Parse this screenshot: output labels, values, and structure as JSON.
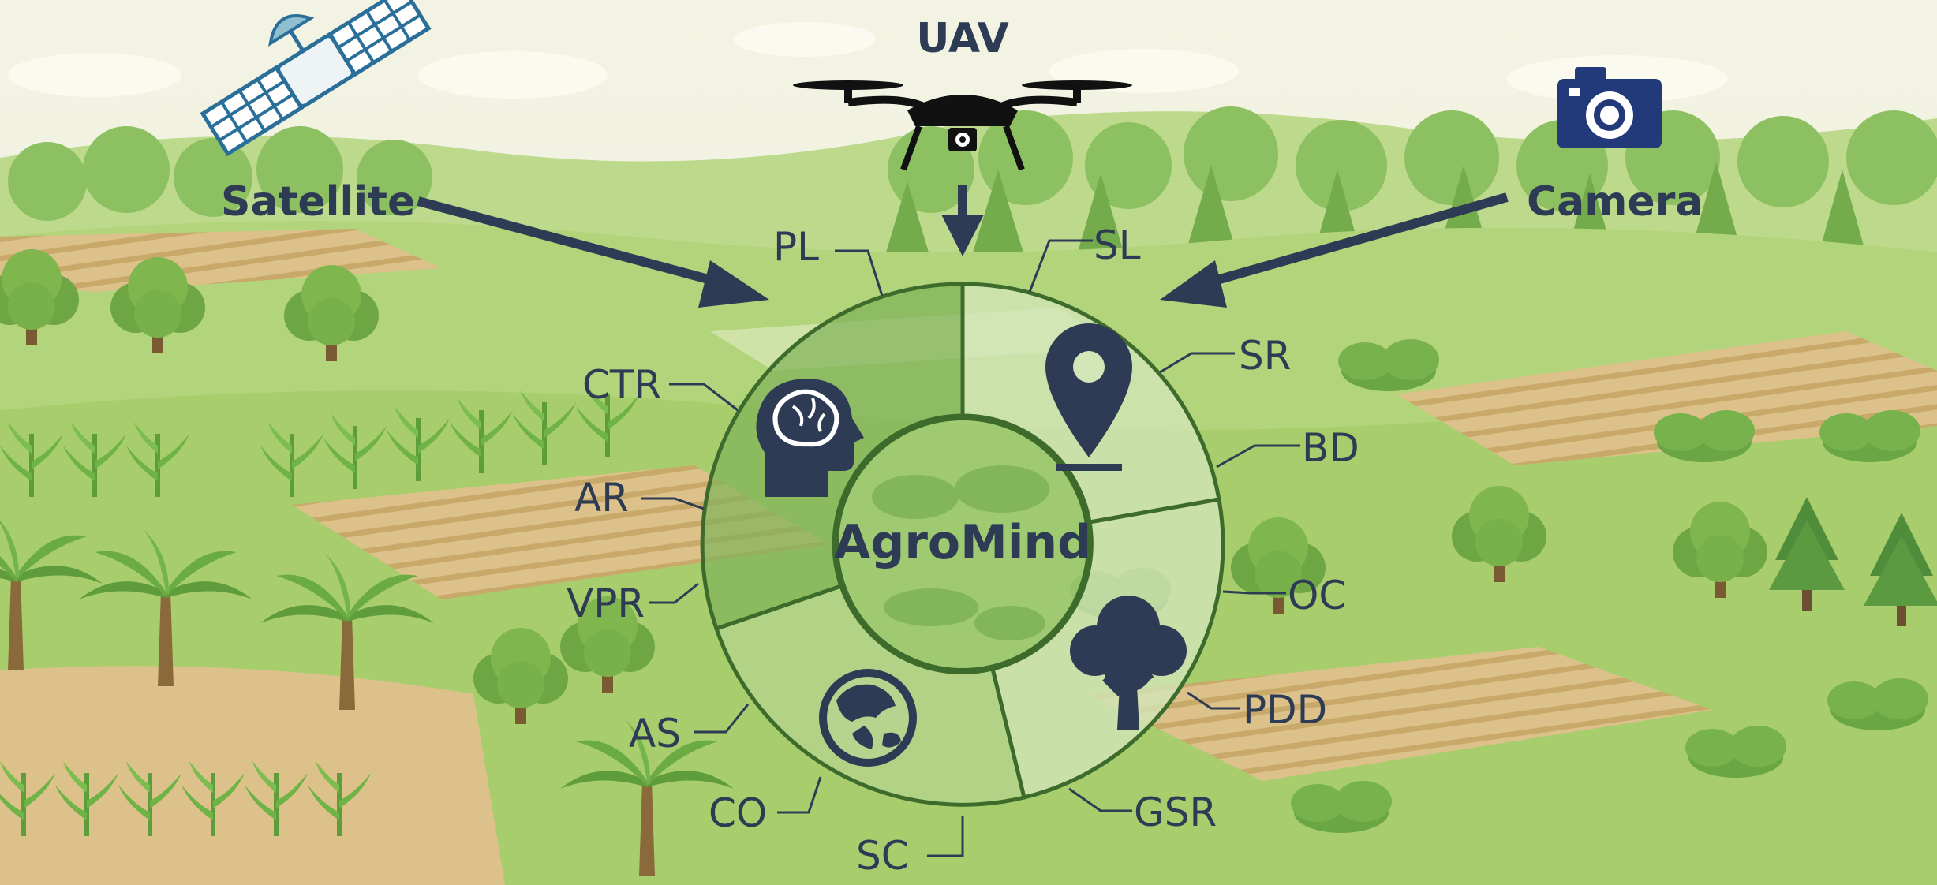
{
  "diagram": {
    "center_label": "AgroMind",
    "sources": [
      {
        "label": "Satellite",
        "icon": "satellite-icon"
      },
      {
        "label": "UAV",
        "icon": "drone-icon"
      },
      {
        "label": "Camera",
        "icon": "camera-icon"
      }
    ],
    "segment_icons": [
      "brain-head-icon",
      "location-pin-icon",
      "tree-icon",
      "globe-icon"
    ],
    "task_labels": {
      "pl": "PL",
      "sl": "SL",
      "sr": "SR",
      "bd": "BD",
      "oc": "OC",
      "pdd": "PDD",
      "gsr": "GSR",
      "sc": "SC",
      "co": "CO",
      "as": "AS",
      "vpr": "VPR",
      "ar": "AR",
      "ctr": "CTR"
    }
  },
  "colors": {
    "ink": "#2e3b55",
    "ring_outline": "#3d6b2b",
    "segment_dark": "#7fb25a",
    "segment_light": "#d2e6b8",
    "field": "#d7b879",
    "grass": "#a9cf6d"
  }
}
